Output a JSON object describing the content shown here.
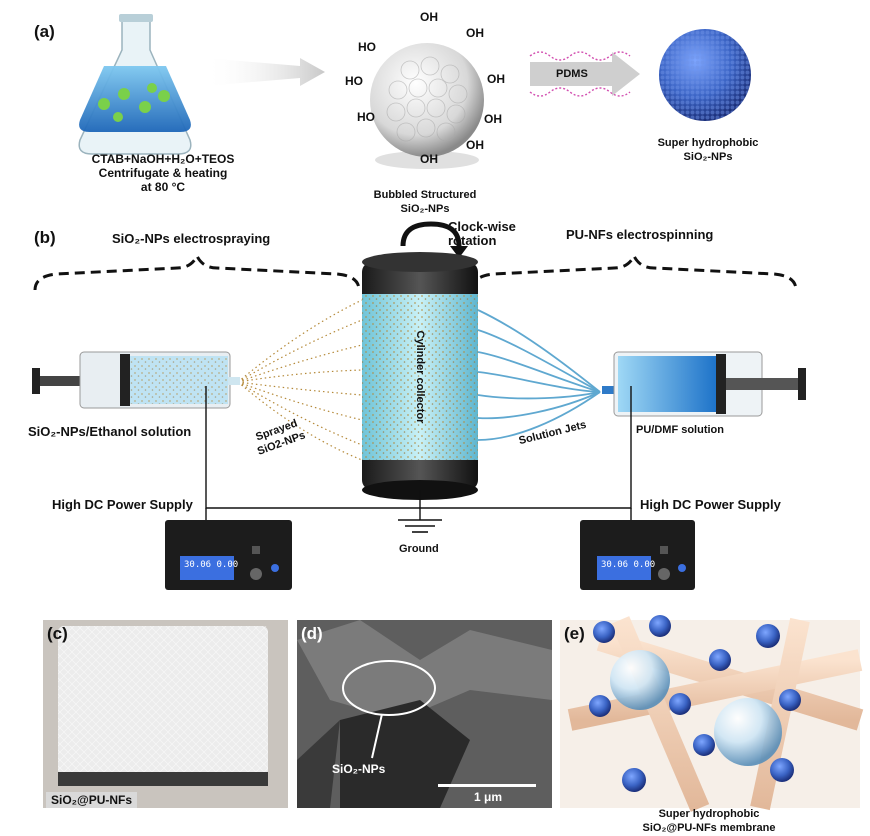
{
  "panels": {
    "a": "(a)",
    "b": "(b)",
    "c": "(c)",
    "d": "(d)",
    "e": "(e)"
  },
  "a": {
    "flask_caption": [
      "CTAB+NaOH+H₂O+TEOS",
      "Centrifugate & heating",
      "at 80 °C"
    ],
    "oh_labels": [
      "OH",
      "OH",
      "HO",
      "OH",
      "HO",
      "OH",
      "HO",
      "OH",
      "OH"
    ],
    "sphere_caption": [
      "Bubbled Structured",
      "SiO₂-NPs"
    ],
    "pdms": "PDMS",
    "result_caption": [
      "Super hydrophobic",
      "SiO₂-NPs"
    ]
  },
  "b": {
    "left_title": "SiO₂-NPs electrospraying",
    "right_title": "PU-NFs electrospinning",
    "rotation": [
      "Clock-wise",
      "rotation"
    ],
    "collector": "Cylinder collector",
    "left_solution": "SiO₂-NPs/Ethanol solution",
    "sprayed": [
      "Sprayed",
      "SiO2-NPs"
    ],
    "jets": "Solution Jets",
    "right_solution": "PU/DMF solution",
    "power_left": "High DC Power Supply",
    "power_right": "High DC Power Supply",
    "ground": "Ground",
    "display_value": "30.06  0.00"
  },
  "c": {
    "caption": "SiO₂@PU-NFs"
  },
  "d": {
    "label": "SiO₂-NPs",
    "scale": "1 μm"
  },
  "e": {
    "caption": [
      "Super hydrophobic",
      "SiO₂@PU-NFs membrane"
    ]
  },
  "colors": {
    "blue": "#3a63c4",
    "cyan": "#55b8d8",
    "dark": "#2a2a2a"
  }
}
